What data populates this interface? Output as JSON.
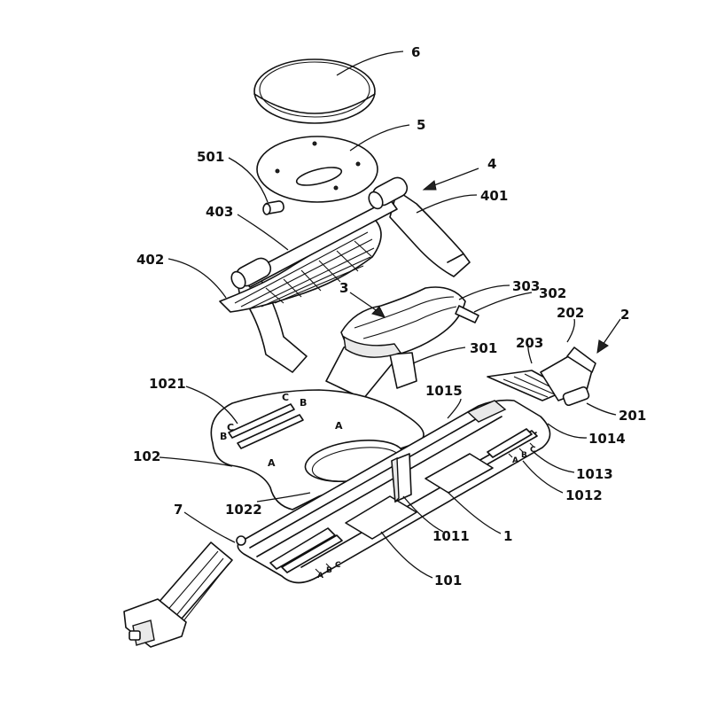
{
  "labels": {
    "l6": "6",
    "l5": "5",
    "l501": "501",
    "l4": "4",
    "l401": "401",
    "l403": "403",
    "l402": "402",
    "l3": "3",
    "l303": "303",
    "l302": "302",
    "l301": "301",
    "l2": "2",
    "l202": "202",
    "l203": "203",
    "l201": "201",
    "l1021": "1021",
    "l1015": "1015",
    "l1014": "1014",
    "l1013": "1013",
    "l1012": "1012",
    "l102": "102",
    "l1022": "1022",
    "l1011": "1011",
    "l1": "1",
    "l7": "7",
    "l101": "101"
  },
  "plate_marks": {
    "c": "C",
    "b": "B",
    "a": "A",
    "a_left": "A",
    "b_left": "B",
    "c_left": "C",
    "scale_a": "A",
    "scale_b": "B",
    "scale_c": "C",
    "scale_a2": "A",
    "scale_b2": "B",
    "scale_c2": "C"
  }
}
